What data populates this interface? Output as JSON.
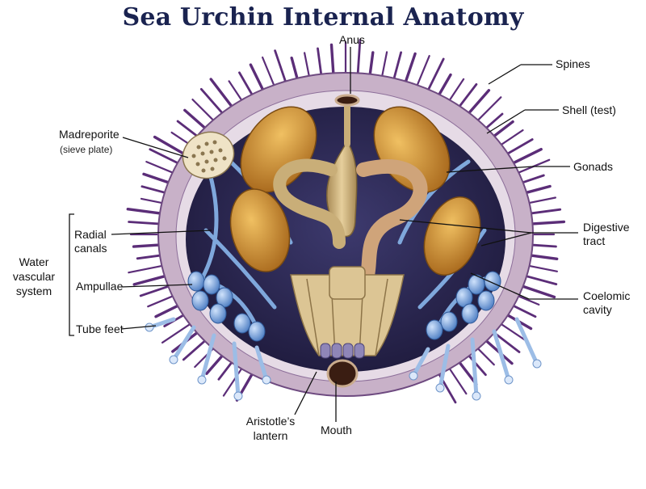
{
  "title": "Sea Urchin Internal Anatomy",
  "labels": {
    "anus": "Anus",
    "spines": "Spines",
    "shell": "Shell (test)",
    "madreporite": "Madreporite",
    "sieve_plate": "(sieve plate)",
    "gonads": "Gonads",
    "radial_canals_1": "Radial",
    "radial_canals_2": "canals",
    "digestive_1": "Digestive",
    "digestive_2": "tract",
    "water_vascular_1": "Water",
    "water_vascular_2": "vascular",
    "water_vascular_3": "system",
    "ampullae": "Ampullae",
    "coelomic_1": "Coelomic",
    "coelomic_2": "cavity",
    "tube_feet": "Tube feet",
    "aristotle_1": "Aristotle’s",
    "aristotle_2": "lantern",
    "mouth": "Mouth"
  },
  "colors": {
    "title": "#1a2350",
    "spine": "#5b2d78",
    "shell": "#c9b6c9",
    "cavity": "#2b2450",
    "gonad": "#c98a2c",
    "gut": "#c9ae78",
    "canal": "#7fa8dc"
  }
}
